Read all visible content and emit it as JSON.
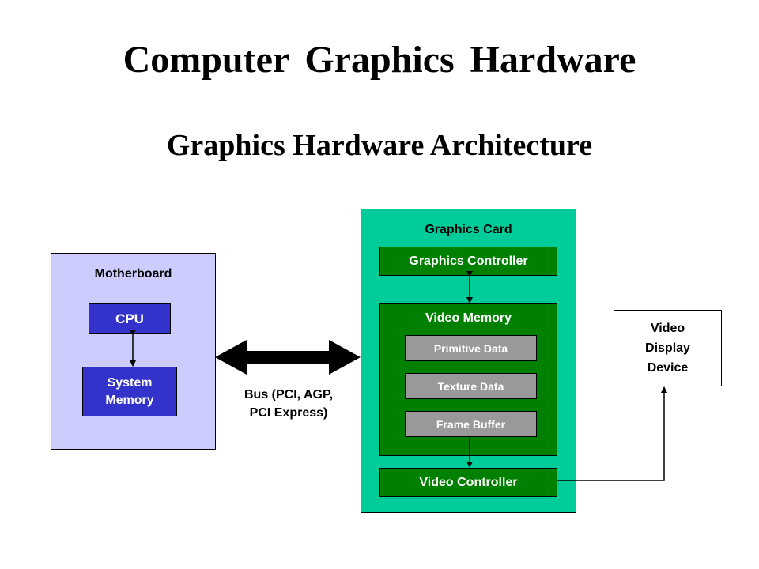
{
  "title": "Computer Graphics Hardware",
  "subtitle": "Graphics Hardware Architecture",
  "motherboard": {
    "label": "Motherboard",
    "cpu": "CPU",
    "system_memory_line1": "System",
    "system_memory_line2": "Memory"
  },
  "bus": {
    "label_line1": "Bus (PCI, AGP,",
    "label_line2": "PCI Express)"
  },
  "graphics_card": {
    "label": "Graphics Card",
    "controller": "Graphics Controller",
    "video_memory": {
      "label": "Video Memory",
      "items": [
        "Primitive Data",
        "Texture Data",
        "Frame Buffer"
      ]
    },
    "video_controller": "Video Controller"
  },
  "display": {
    "line1": "Video",
    "line2": "Display",
    "line3": "Device"
  },
  "colors": {
    "motherboard_bg": "#ccccff",
    "blue_box": "#3333cc",
    "card_bg": "#00cc99",
    "green_box": "#008000",
    "gray_box": "#999999"
  }
}
